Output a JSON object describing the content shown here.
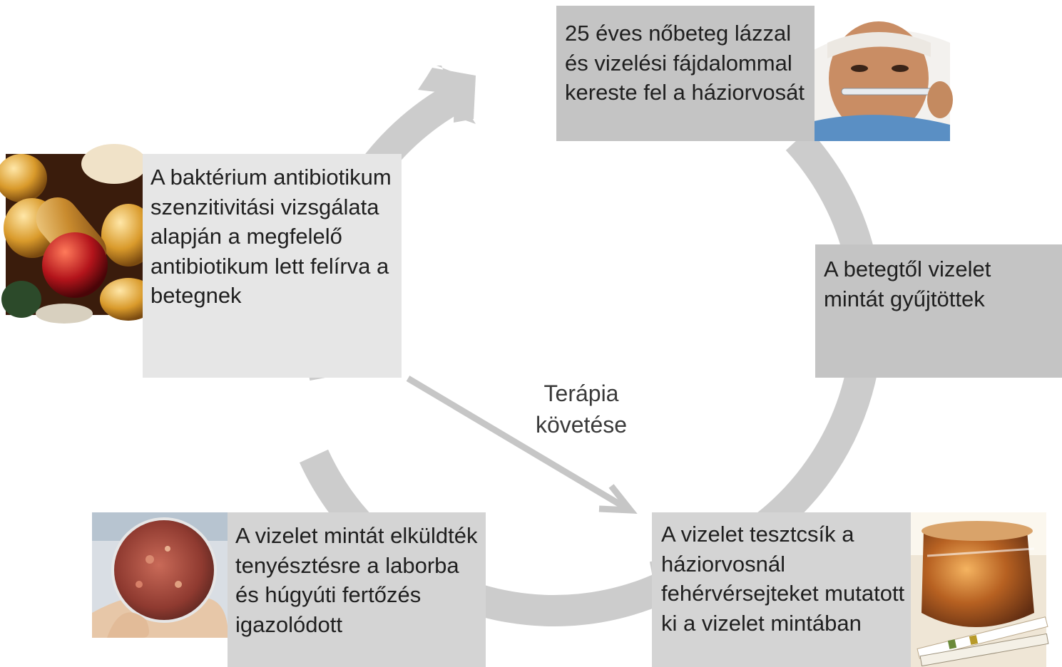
{
  "steps": {
    "top": {
      "text": "25 éves nőbeteg lázzal és vizelési fájdalommal kereste fel a háziorvosát",
      "icon": "patient-thermometer-photo"
    },
    "right": {
      "text": "A betegtől vizelet mintát gyűjtöttek"
    },
    "bottom_right": {
      "text": "A vizelet tesztcsík a háziorvosnál fehérvérsejteket mutatott ki a vizelet mintában",
      "icon": "urine-test-strip-photo"
    },
    "bottom_left": {
      "text": "A vizelet mintát elküldték tenyésztésre a laborba és húgyúti fertőzés igazolódott",
      "icon": "petri-dish-photo"
    },
    "left": {
      "text": "A baktérium antibiotikum szenzitivitási vizsgálata alapján a megfelelő antibiotikum lett felírva a betegnek",
      "icon": "pills-photo"
    }
  },
  "center": {
    "line1": "Terápia",
    "line2": "követése"
  },
  "colors": {
    "cycle_arrow": "#cccccc",
    "box_dark": "#c4c4c4",
    "box_light": "#e6e6e6",
    "box_mid": "#d4d4d4"
  }
}
